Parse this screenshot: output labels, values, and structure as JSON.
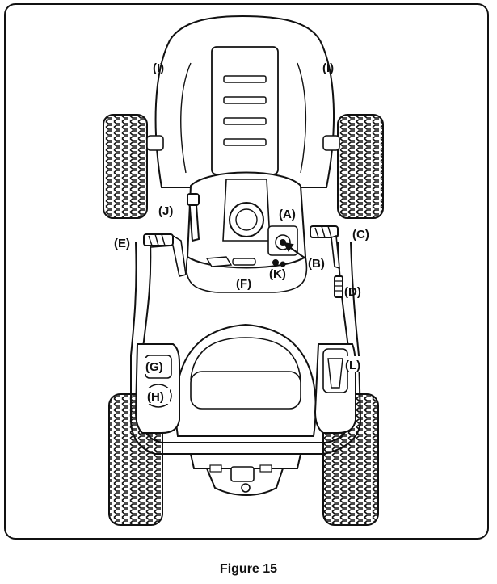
{
  "caption": "Figure 15",
  "labels": {
    "A": "(A)",
    "B": "(B)",
    "C": "(C)",
    "D": "(D)",
    "E": "(E)",
    "F": "(F)",
    "G": "(G)",
    "H": "(H)",
    "I_left": "(I)",
    "I_right": "(I)",
    "J": "(J)",
    "K": "(K)",
    "L": "(L)"
  }
}
